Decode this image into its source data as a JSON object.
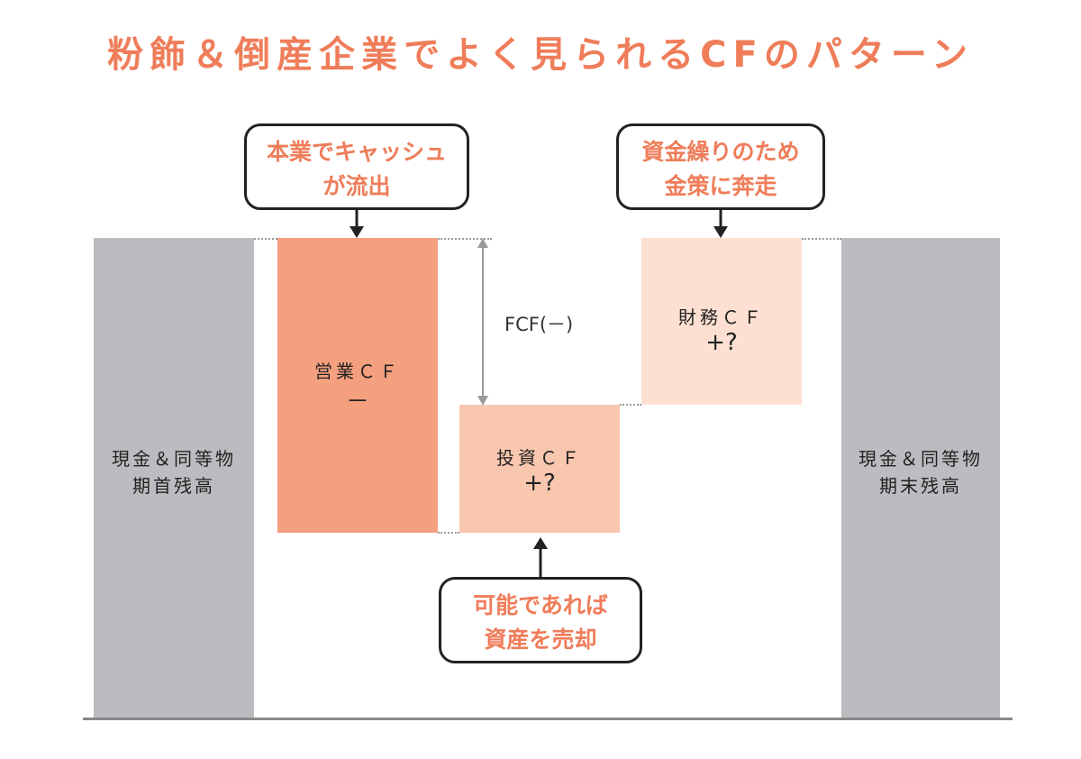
{
  "title": "粉飾＆倒産企業でよく見られるCFのパターン",
  "colors": {
    "accent": "#ef7d5a",
    "operating_cf": "#f4a07e",
    "investing_cf": "#f9c6ae",
    "financing_cf": "#fde0d2",
    "cash_bar": "#bcbcc0"
  },
  "bars": {
    "opening": {
      "line1": "現金＆同等物",
      "line2": "期首残高"
    },
    "closing": {
      "line1": "現金＆同等物",
      "line2": "期末残高"
    }
  },
  "blocks": {
    "operating": {
      "name": "営業ＣＦ",
      "sign": "－"
    },
    "investing": {
      "name": "投資ＣＦ",
      "sign": "+?"
    },
    "financing": {
      "name": "財務ＣＦ",
      "sign": "+?"
    }
  },
  "fcf_label": "FCF(－)",
  "callouts": {
    "operating": {
      "line1": "本業でキャッシュ",
      "line2": "が流出"
    },
    "financing": {
      "line1": "資金繰りのため",
      "line2": "金策に奔走"
    },
    "investing": {
      "line1": "可能であれば",
      "line2": "資産を売却"
    }
  }
}
